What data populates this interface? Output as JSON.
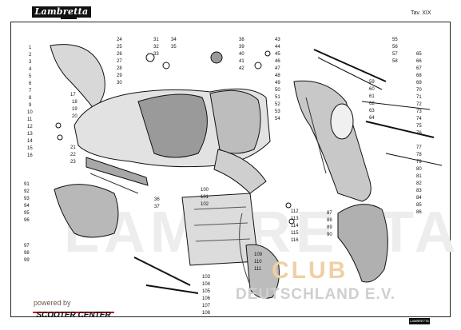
{
  "header": {
    "brand": "Lambretta",
    "plate": "Tav. XIX"
  },
  "watermarks": {
    "large": "LAMBRETTA",
    "club": "CLUB",
    "country": "DEUTSCHLAND E.V."
  },
  "footer": {
    "powered_by": "powered by",
    "sponsor": "SCOOTER CENTER"
  },
  "part_numbers": {
    "left": [
      "1",
      "2",
      "3",
      "4",
      "5",
      "6",
      "7",
      "8",
      "9",
      "10",
      "11",
      "12",
      "13",
      "14",
      "15",
      "16"
    ],
    "mid_left": [
      "17",
      "18",
      "19",
      "20",
      "21",
      "22",
      "23"
    ],
    "top_mid": [
      "24",
      "25",
      "26",
      "27",
      "28",
      "29",
      "30",
      "31",
      "32",
      "33",
      "34",
      "35",
      "36",
      "37",
      "38",
      "39",
      "40",
      "41",
      "42"
    ],
    "top_center": [
      "43",
      "44",
      "45",
      "46",
      "47",
      "48",
      "49",
      "50",
      "51",
      "52",
      "53",
      "54"
    ],
    "top_right": [
      "55",
      "56",
      "57",
      "58",
      "59",
      "60",
      "61",
      "62",
      "63",
      "64",
      "65",
      "66",
      "67",
      "68",
      "69",
      "70",
      "71",
      "72",
      "73",
      "74",
      "75",
      "76"
    ],
    "right": [
      "77",
      "78",
      "79",
      "80",
      "81",
      "82",
      "83",
      "84",
      "85",
      "86"
    ],
    "lower_center": [
      "87",
      "88",
      "89",
      "90",
      "91",
      "92",
      "93",
      "94",
      "95",
      "96",
      "97",
      "98",
      "99"
    ],
    "lower_mid": [
      "100",
      "101",
      "102",
      "103",
      "104",
      "105",
      "106",
      "107",
      "108",
      "109",
      "110",
      "111",
      "112",
      "113",
      "114",
      "115",
      "116"
    ]
  }
}
